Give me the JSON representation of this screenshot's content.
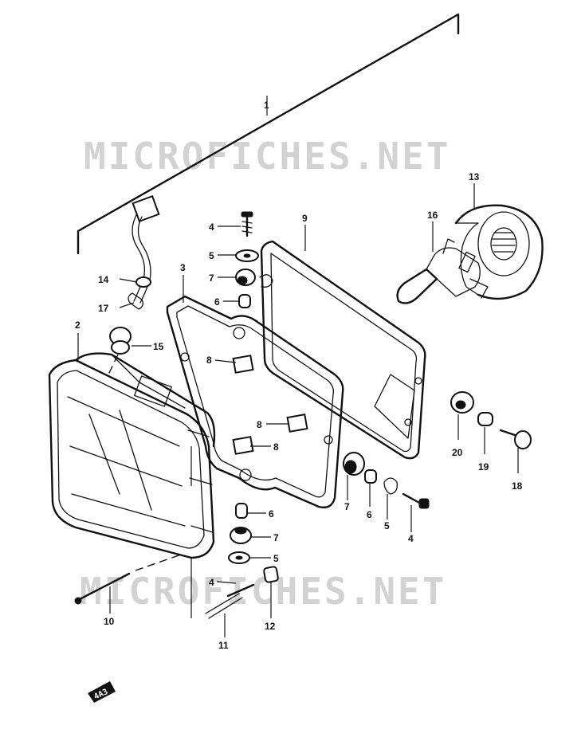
{
  "watermark": "MICROFICHES.NET",
  "corner_mark": "4A3",
  "callouts": {
    "c1": "1",
    "c2": "2",
    "c3": "3",
    "c9": "9",
    "c13": "13",
    "c16": "16",
    "c4a": "4",
    "c5a": "5",
    "c7a": "7",
    "c6a": "6",
    "c14": "14",
    "c17": "17",
    "c15": "15",
    "c8a": "8",
    "c8b": "8",
    "c8c": "8",
    "c20": "20",
    "c19": "19",
    "c18": "18",
    "c7b": "7",
    "c6b": "6",
    "c5b": "5",
    "c4b": "4",
    "c6c": "6",
    "c7c": "7",
    "c5c": "5",
    "c4c": "4",
    "c10": "10",
    "c11": "11",
    "c12": "12"
  }
}
